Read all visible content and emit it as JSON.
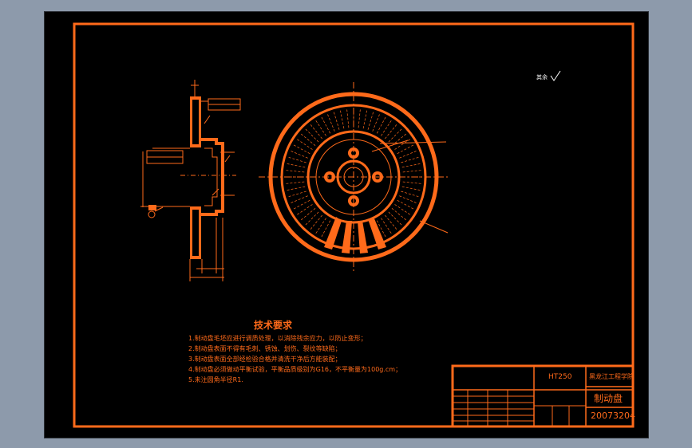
{
  "colors": {
    "background": "#8d9aab",
    "sheet": "#000000",
    "line": "#ff6a1a",
    "white": "#ffffff"
  },
  "notes": {
    "title": "技术要求",
    "items": [
      "1.制动盘毛坯应进行调质处理，以消除残余应力，以防止变形；",
      "2.制动盘表面不得有毛刺、锈蚀、划伤、裂纹等缺陷；",
      "3.制动盘表面全部经检验合格并清洗干净后方能装配；",
      "4.制动盘必须做动平衡试验，平衡品质级别为G16，不平衡量为100g.cm；",
      "5.未注圆角半径R1."
    ]
  },
  "title_block": {
    "material": "HT250",
    "school": "黑龙江工程学院",
    "part_name": "制动盘",
    "drawing_number": "20073204"
  },
  "roughness_note": "其余"
}
